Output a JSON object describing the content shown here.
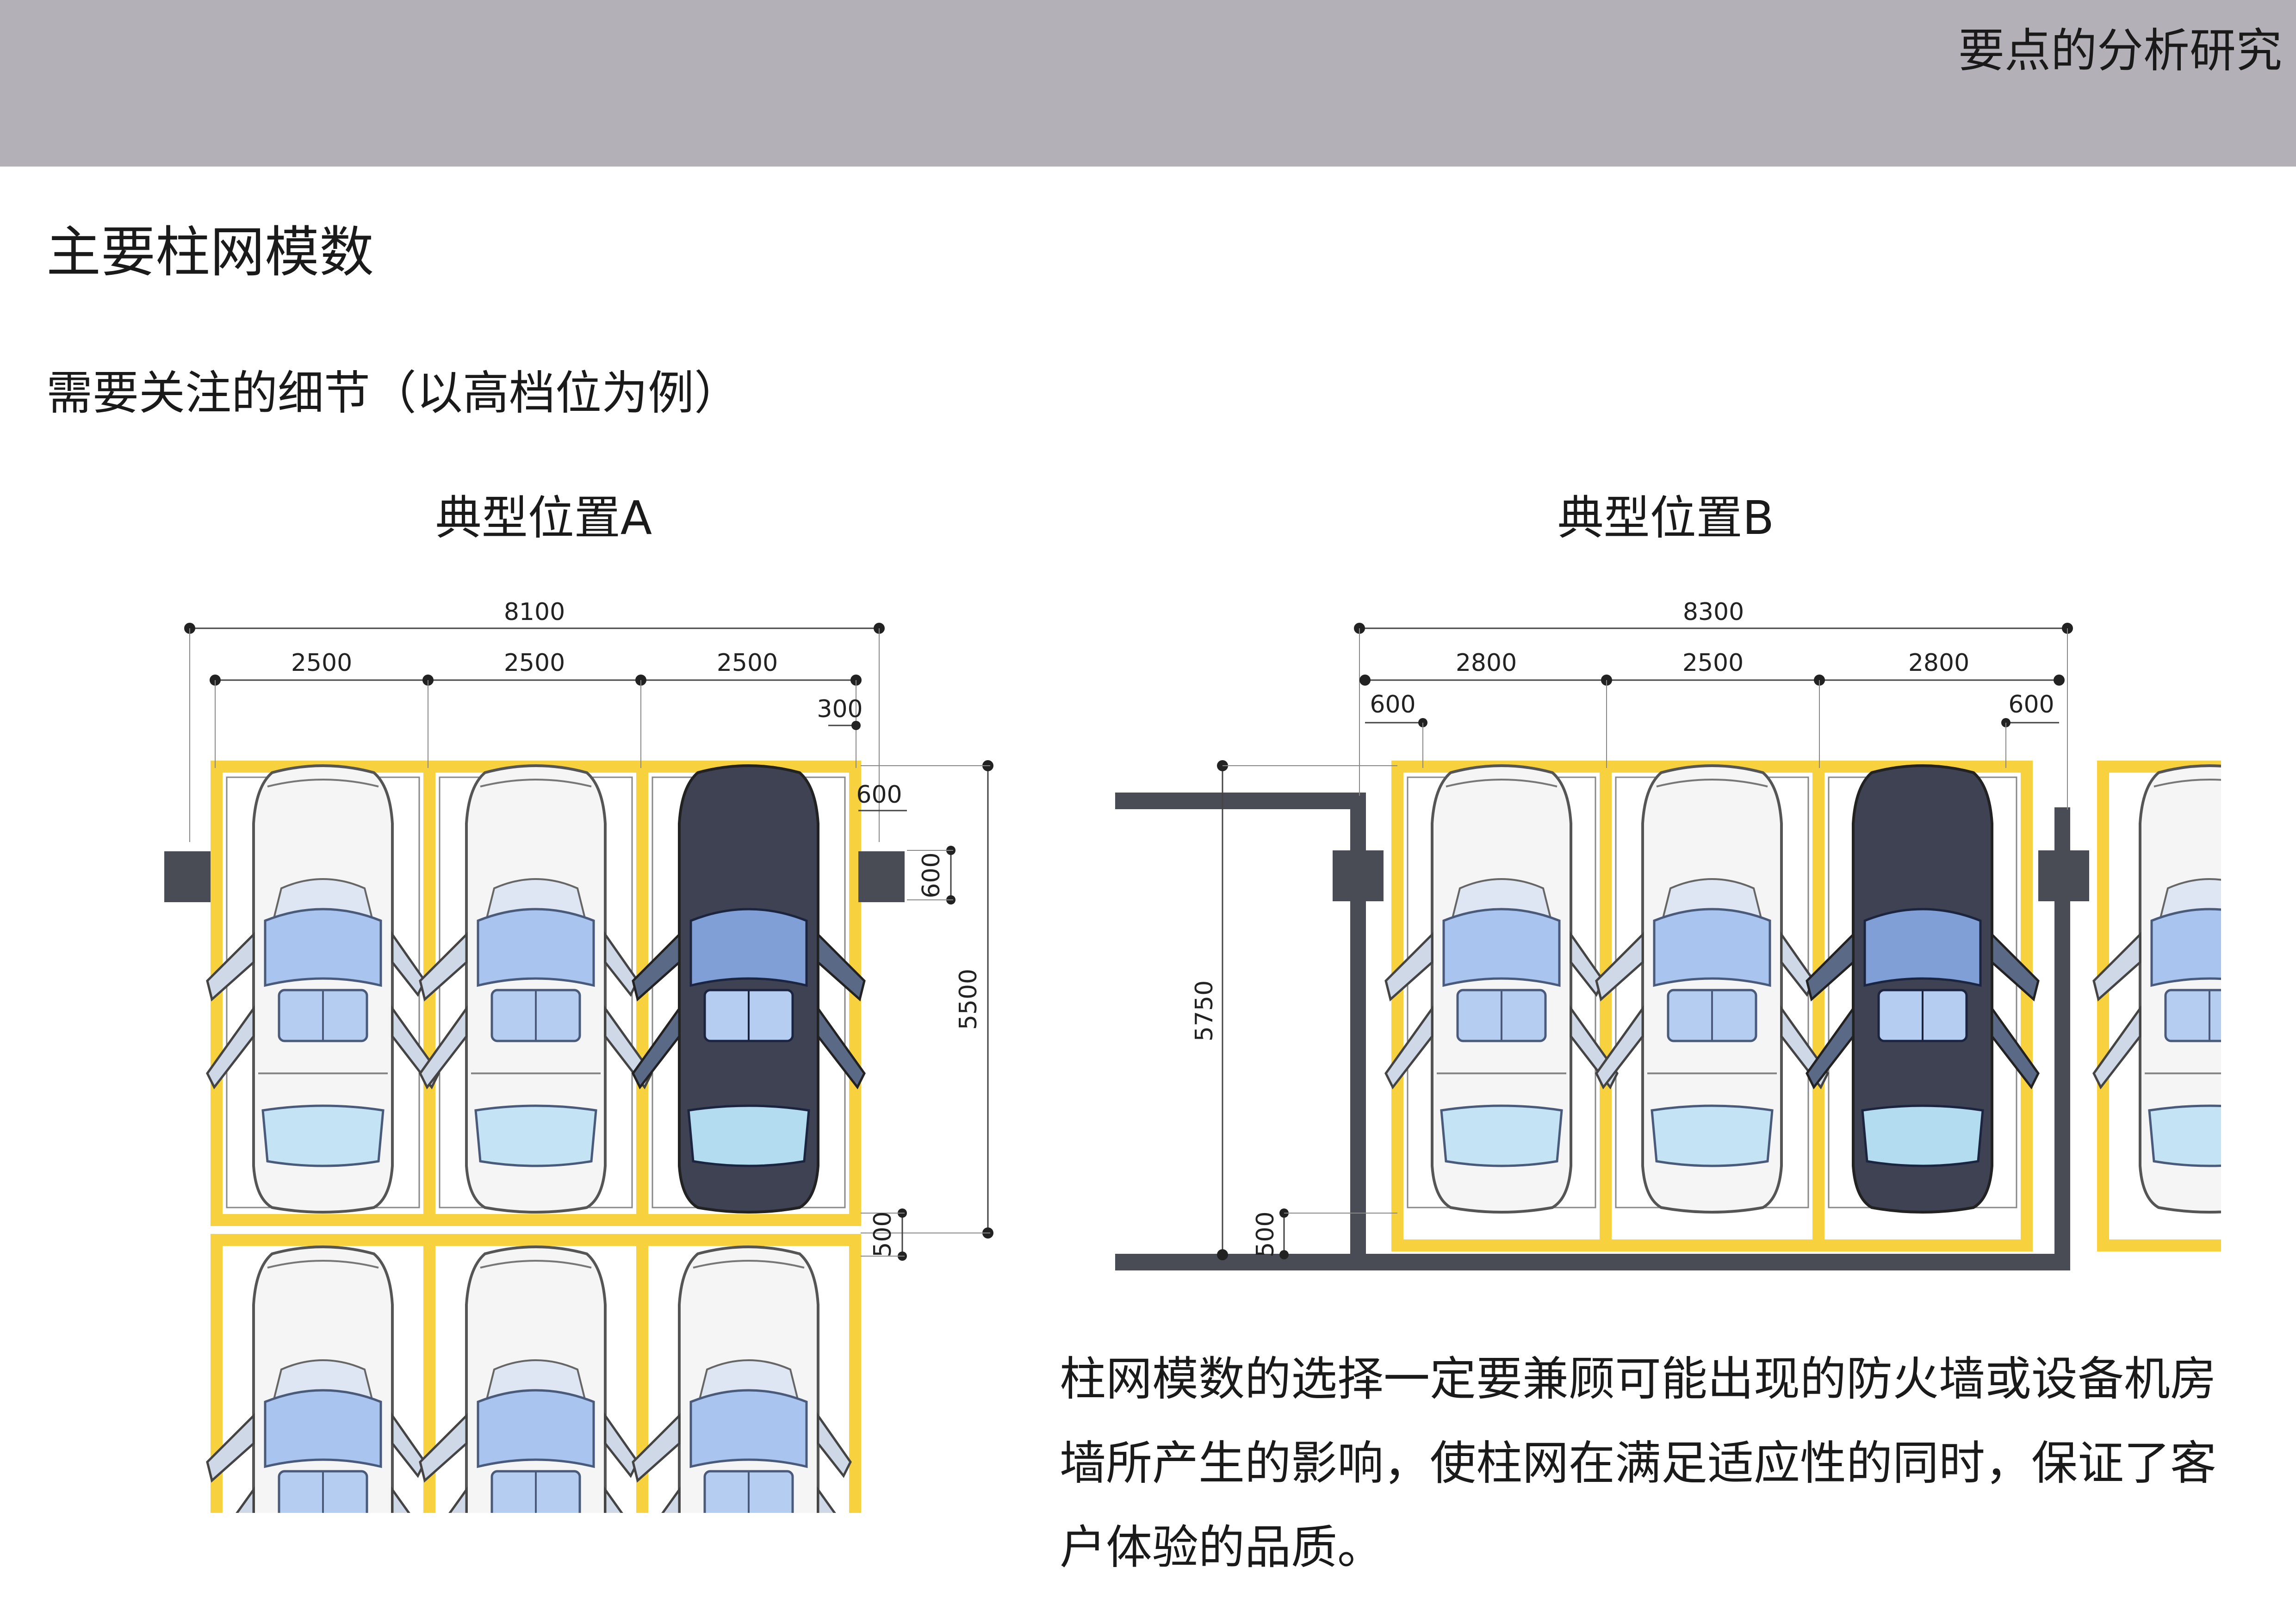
{
  "header": {
    "title": "要点的分析研究"
  },
  "page": {
    "title": "主要柱网模数",
    "subtitle": "需要关注的细节（以高档位为例）"
  },
  "diagram_a": {
    "caption": "典型位置A",
    "dims": {
      "total": "8100",
      "bays": [
        "2500",
        "2500",
        "2500"
      ],
      "offset_top": "300",
      "column_w": "600",
      "column_d": "600",
      "depth": "5500",
      "wall": "500"
    }
  },
  "diagram_b": {
    "caption": "典型位置B",
    "dims": {
      "total": "8300",
      "bays": [
        "2800",
        "2500",
        "2800"
      ],
      "offset_left": "600",
      "offset_right": "600",
      "depth": "5750",
      "wall": "500"
    }
  },
  "description": "柱网模数的选择一定要兼顾可能出现的防火墙或设备机房墙所产生的影响，使柱网在满足适应性的同时，保证了客户体验的品质。",
  "colors": {
    "header_band": "#b3b1b7",
    "stall_yellow": "#f7d23e",
    "column_grey": "#4a4c55",
    "car_white": "#f4f4f4",
    "car_dark": "#3e4150",
    "glass_blue": "#a8c4ee"
  }
}
